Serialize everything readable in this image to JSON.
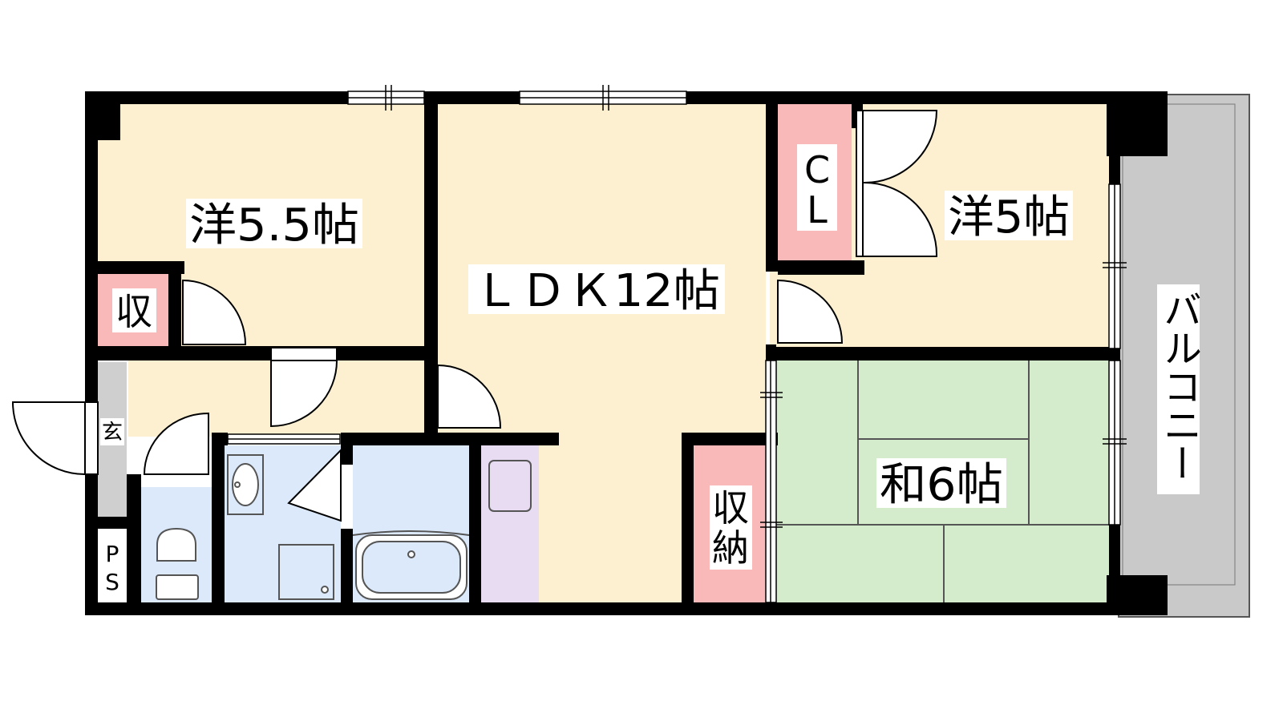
{
  "floorplan": {
    "rooms": {
      "western_room_1": {
        "label": "洋5.5帖",
        "fill": "#fdf0d0"
      },
      "ldk": {
        "label": "ＬＤＫ12帖",
        "fill": "#fdf0d0"
      },
      "western_room_2": {
        "label": "洋5帖",
        "fill": "#fdf0d0"
      },
      "japanese_room": {
        "label": "和6帖",
        "fill": "#d4ebcc"
      },
      "closet_cl": {
        "label_line1": "C",
        "label_line2": "L",
        "fill": "#f9b9b9"
      },
      "storage_small": {
        "label": "収",
        "fill": "#f9b9b9"
      },
      "storage_closet": {
        "label_line1": "収",
        "label_line2": "納",
        "fill": "#f9b9b9"
      },
      "entrance": {
        "label": "玄",
        "fill": "#cfcfcf"
      },
      "pipe_space": {
        "label_line1": "P",
        "label_line2": "S",
        "fill": "#ffffff"
      },
      "balcony": {
        "label": "バルコニー",
        "fill": "#c9c9c9"
      },
      "toilet": {
        "fill": "#dbe9fb"
      },
      "washroom": {
        "fill": "#dbe9fb"
      },
      "bathroom": {
        "fill": "#dbe9fb"
      },
      "fridge_space": {
        "fill": "#e8dcf2"
      }
    },
    "colors": {
      "wall": "#000000",
      "room_floor": "#fdf0d0",
      "tatami": "#d4ebcc",
      "storage": "#f9b9b9",
      "wet_area": "#dbe9fb",
      "balcony": "#c9c9c9"
    }
  }
}
